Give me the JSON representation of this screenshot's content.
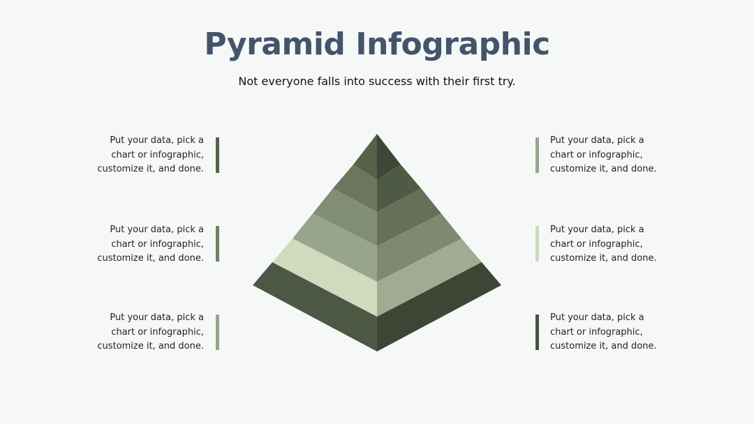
{
  "header": {
    "title": "Pyramid Infographic",
    "subtitle": "Not everyone falls into success with their first try."
  },
  "colors": {
    "background": "#f6f8f8",
    "title": "#44546a",
    "subtitle": "#111111"
  },
  "notes": {
    "left": [
      {
        "text": "Put your data, pick a\nchart or infographic,\ncustomize it, and done.",
        "bar_color": "#566149"
      },
      {
        "text": "Put your data, pick a\nchart or infographic,\ncustomize it, and done.",
        "bar_color": "#737f66"
      },
      {
        "text": "Put your data, pick a\nchart or infographic,\ncustomize it, and done.",
        "bar_color": "#97a38b"
      }
    ],
    "right": [
      {
        "text": "Put your data, pick a\nchart or infographic,\ncustomize it, and done.",
        "bar_color": "#9aa58e"
      },
      {
        "text": "Put your data, pick a\nchart or infographic,\ncustomize it, and done.",
        "bar_color": "#cfd9bd"
      },
      {
        "text": "Put your data, pick a\nchart or infographic,\ncustomize it, and done.",
        "bar_color": "#48523f"
      }
    ]
  },
  "pyramid": {
    "levels": [
      {
        "left_color": "#566149",
        "right_color": "#3e4637"
      },
      {
        "left_color": "#6b765d",
        "right_color": "#4f5a45"
      },
      {
        "left_color": "#828e74",
        "right_color": "#667059"
      },
      {
        "left_color": "#98a48b",
        "right_color": "#7e896f"
      },
      {
        "left_color": "#d0dabd",
        "right_color": "#a0ab91"
      },
      {
        "left_color": "#4d5844",
        "right_color": "#3d4535"
      }
    ]
  }
}
